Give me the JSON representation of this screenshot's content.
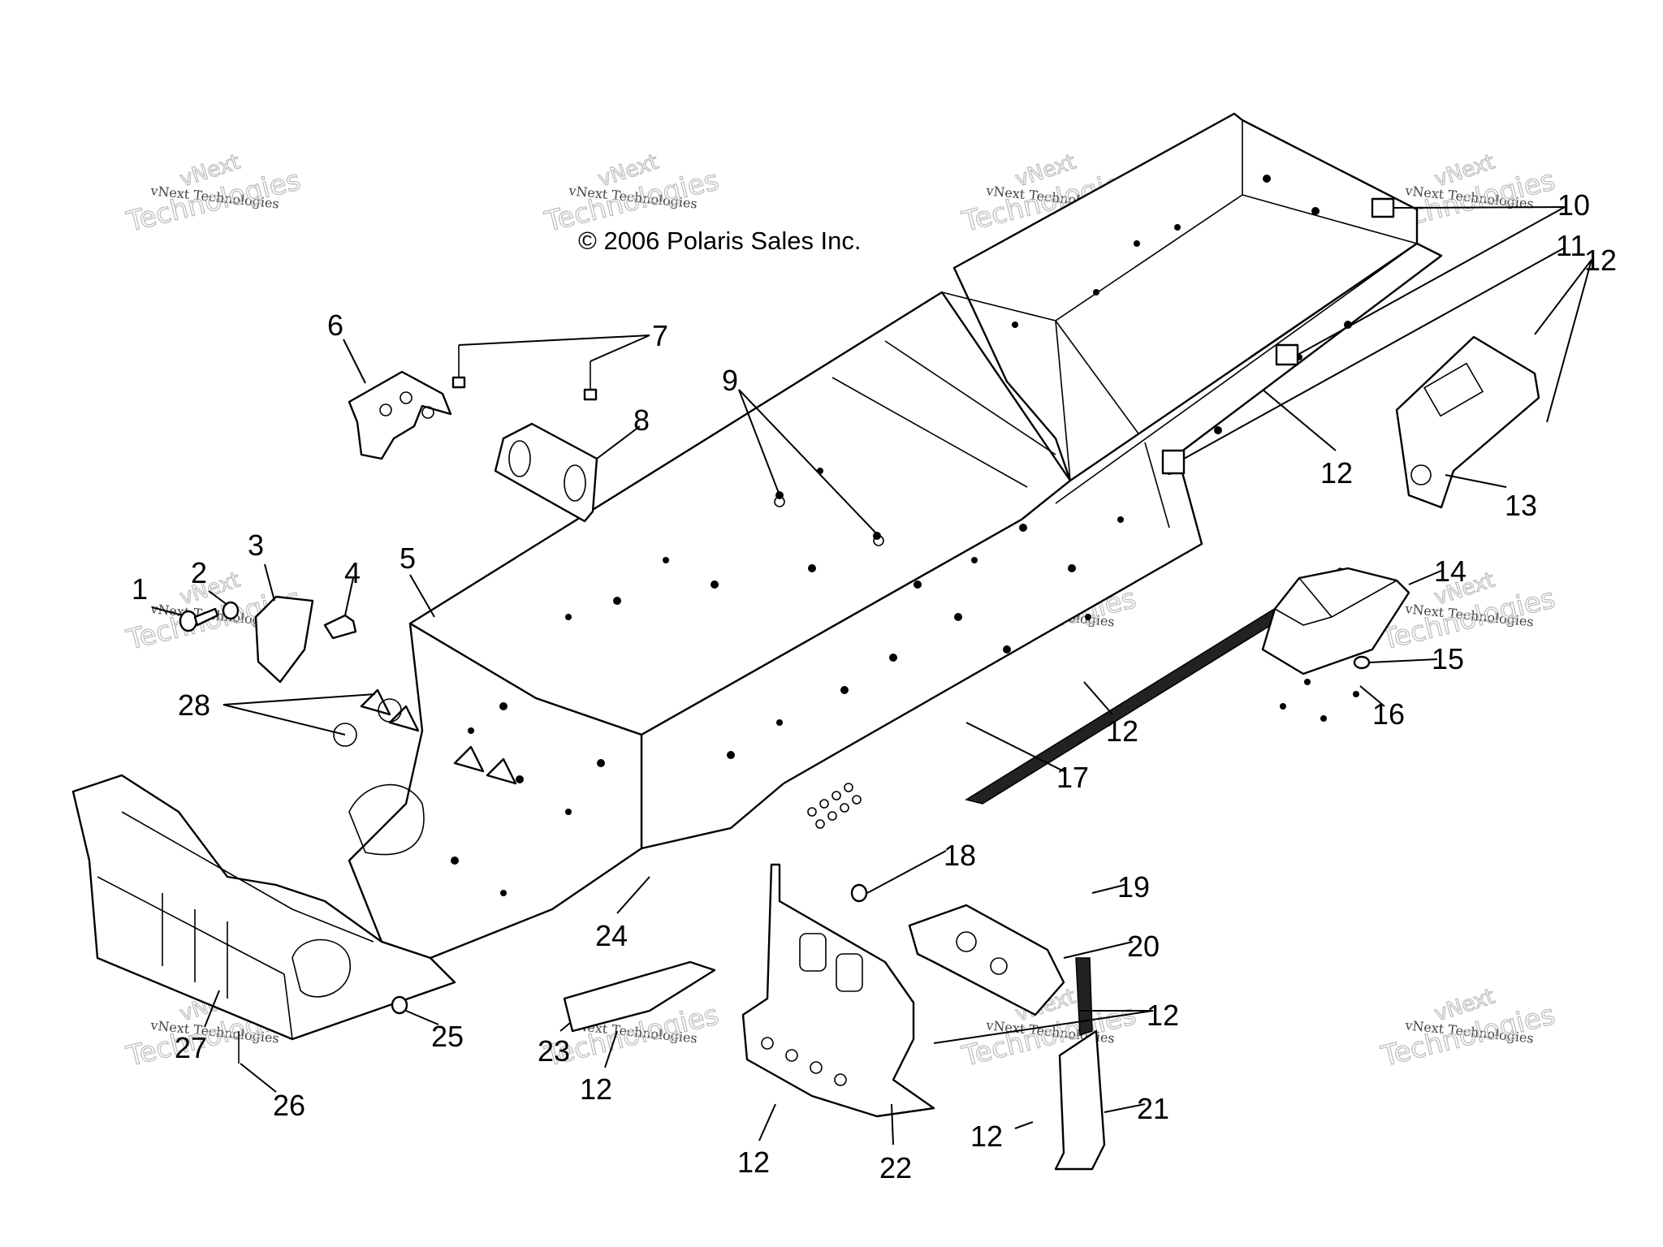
{
  "copyright": "© 2006 Polaris Sales Inc.",
  "watermark": {
    "line_small": "vNext Technologies",
    "line_big_1": "vNext",
    "line_big_2": "Technologies"
  },
  "callouts": [
    {
      "id": "1",
      "label": "1"
    },
    {
      "id": "2",
      "label": "2"
    },
    {
      "id": "3",
      "label": "3"
    },
    {
      "id": "4",
      "label": "4"
    },
    {
      "id": "5",
      "label": "5"
    },
    {
      "id": "6",
      "label": "6"
    },
    {
      "id": "7",
      "label": "7"
    },
    {
      "id": "8",
      "label": "8"
    },
    {
      "id": "9",
      "label": "9"
    },
    {
      "id": "10",
      "label": "10"
    },
    {
      "id": "11",
      "label": "11"
    },
    {
      "id": "12a",
      "label": "12"
    },
    {
      "id": "12b",
      "label": "12"
    },
    {
      "id": "13",
      "label": "13"
    },
    {
      "id": "14",
      "label": "14"
    },
    {
      "id": "15",
      "label": "15"
    },
    {
      "id": "16",
      "label": "16"
    },
    {
      "id": "12c",
      "label": "12"
    },
    {
      "id": "17",
      "label": "17"
    },
    {
      "id": "18",
      "label": "18"
    },
    {
      "id": "19",
      "label": "19"
    },
    {
      "id": "20",
      "label": "20"
    },
    {
      "id": "12d",
      "label": "12"
    },
    {
      "id": "21",
      "label": "21"
    },
    {
      "id": "22",
      "label": "22"
    },
    {
      "id": "12e",
      "label": "12"
    },
    {
      "id": "12f",
      "label": "12"
    },
    {
      "id": "23",
      "label": "23"
    },
    {
      "id": "12g",
      "label": "12"
    },
    {
      "id": "24",
      "label": "24"
    },
    {
      "id": "25",
      "label": "25"
    },
    {
      "id": "26",
      "label": "26"
    },
    {
      "id": "27",
      "label": "27"
    },
    {
      "id": "28",
      "label": "28"
    }
  ]
}
